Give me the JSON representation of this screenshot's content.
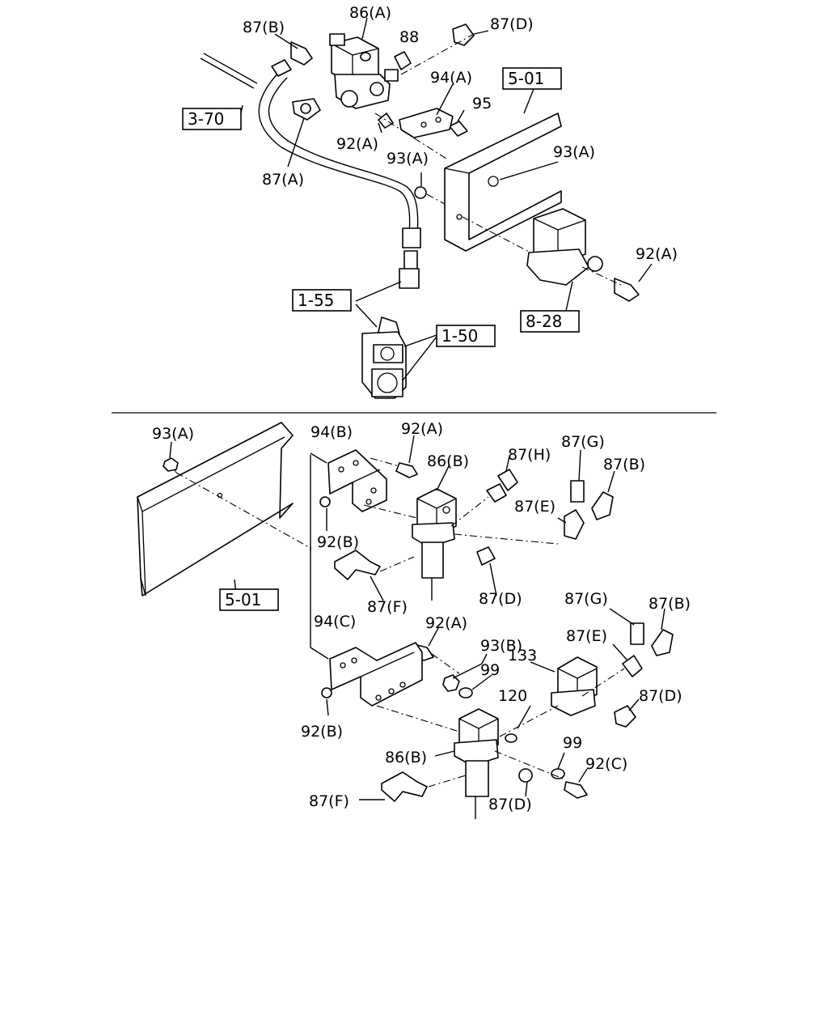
{
  "top_section": {
    "labels": {
      "l_86A": "86(A)",
      "l_87B": "87(B)",
      "l_88": "88",
      "l_87D": "87(D)",
      "l_94A": "94(A)",
      "l_95": "95",
      "l_92A_1": "92(A)",
      "l_87A": "87(A)",
      "l_93A_1": "93(A)",
      "l_93A_2": "93(A)",
      "l_92A_2": "92(A)"
    },
    "refs": {
      "r_501": "5-01",
      "r_370": "3-70",
      "r_155": "1-55",
      "r_150": "1-50",
      "r_828": "8-28"
    }
  },
  "bottom_section": {
    "labels": {
      "l_93A": "93(A)",
      "l_94B": "94(B)",
      "l_92A_3": "92(A)",
      "l_86B_1": "86(B)",
      "l_87H": "87(H)",
      "l_87G_1": "87(G)",
      "l_87B_2": "87(B)",
      "l_87E_1": "87(E)",
      "l_92B_1": "92(B)",
      "l_87F_1": "87(F)",
      "l_87D_2": "87(D)",
      "l_94C": "94(C)",
      "l_92A_4": "92(A)",
      "l_93B": "93(B)",
      "l_99_1": "99",
      "l_133": "133",
      "l_87G_2": "87(G)",
      "l_87B_3": "87(B)",
      "l_87E_2": "87(E)",
      "l_87D_3": "87(D)",
      "l_120": "120",
      "l_92B_2": "92(B)",
      "l_86B_2": "86(B)",
      "l_99_2": "99",
      "l_92C": "92(C)",
      "l_87F_2": "87(F)",
      "l_87D_4": "87(D)"
    },
    "refs": {
      "r_501b": "5-01"
    }
  }
}
